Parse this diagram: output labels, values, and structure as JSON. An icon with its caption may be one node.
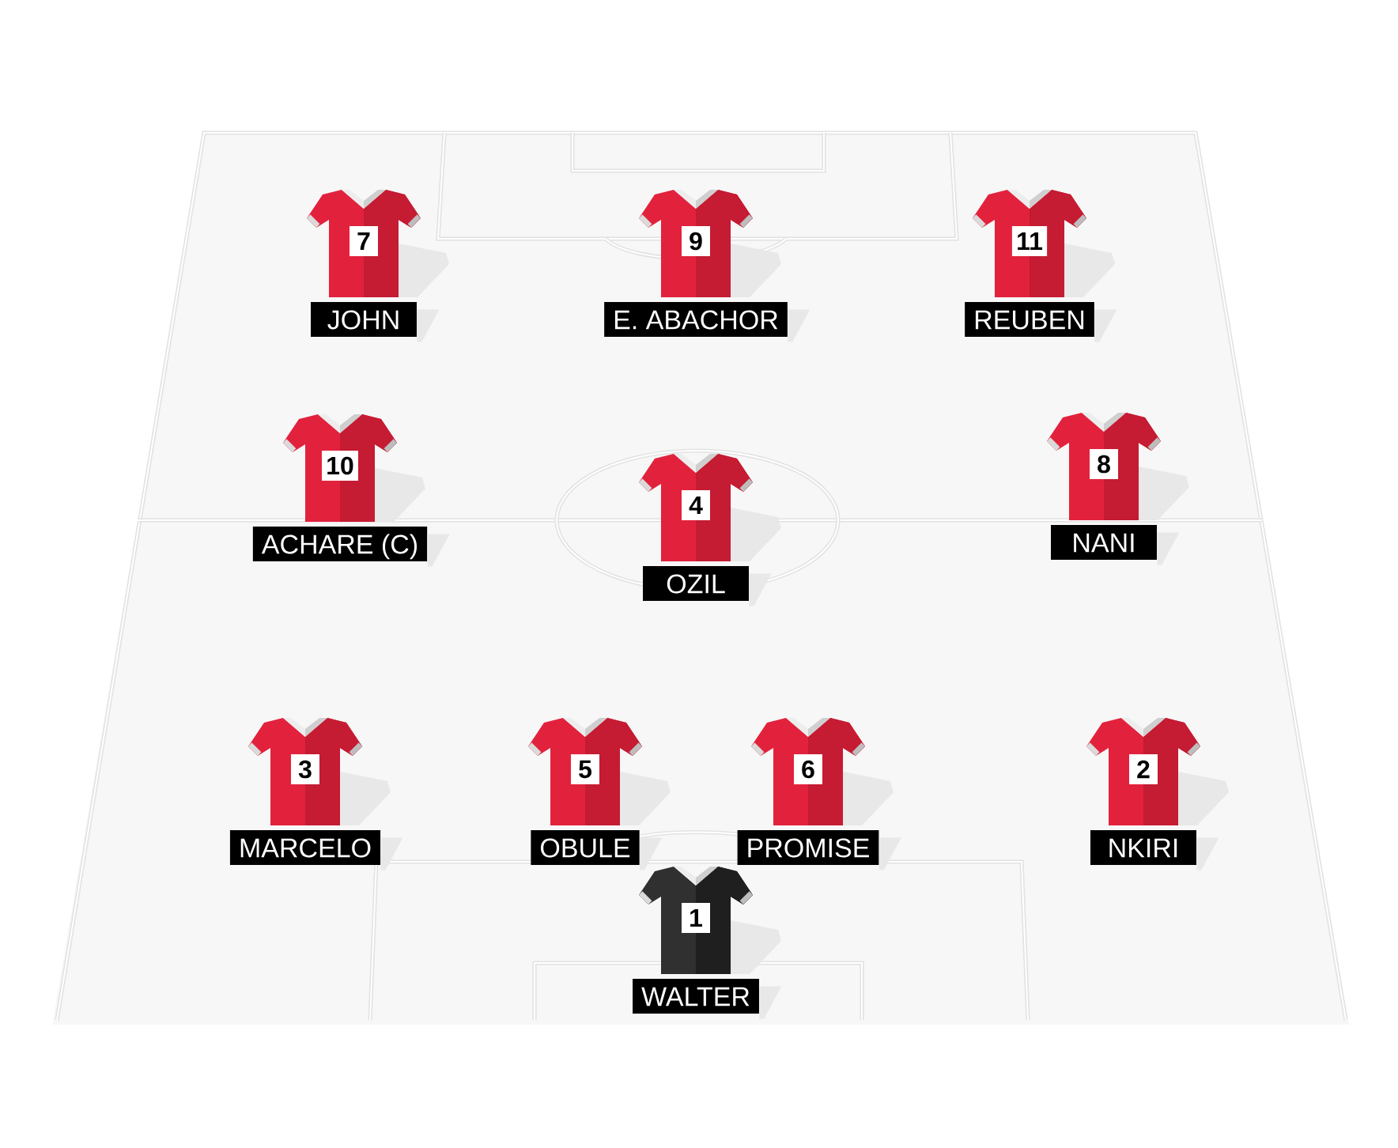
{
  "diagram": {
    "nodes": [
      {
        "text": [
          "7"
        ]
      },
      {
        "text": [
          "JOHN"
        ]
      },
      {
        "text": [
          "9"
        ]
      },
      {
        "text": [
          "E. ABACHOR"
        ]
      },
      {
        "text": [
          "11"
        ]
      },
      {
        "text": [
          "REUBEN"
        ]
      },
      {
        "text": [
          "10"
        ]
      },
      {
        "text": [
          "ACHARE (C)"
        ]
      },
      {
        "text": [
          "4"
        ]
      },
      {
        "text": [
          "OZIL"
        ]
      },
      {
        "text": [
          "8"
        ]
      },
      {
        "text": [
          "NANI"
        ]
      },
      {
        "text": [
          "3"
        ]
      },
      {
        "text": [
          "MARCELO"
        ]
      },
      {
        "text": [
          "5"
        ]
      },
      {
        "text": [
          "OBULE"
        ]
      },
      {
        "text": [
          "6"
        ]
      },
      {
        "text": [
          "PROMISE"
        ]
      },
      {
        "text": [
          "2"
        ]
      },
      {
        "text": [
          "NKIRI"
        ]
      },
      {
        "text": [
          "1"
        ]
      },
      {
        "text": [
          "WALTER"
        ]
      }
    ]
  }
}
